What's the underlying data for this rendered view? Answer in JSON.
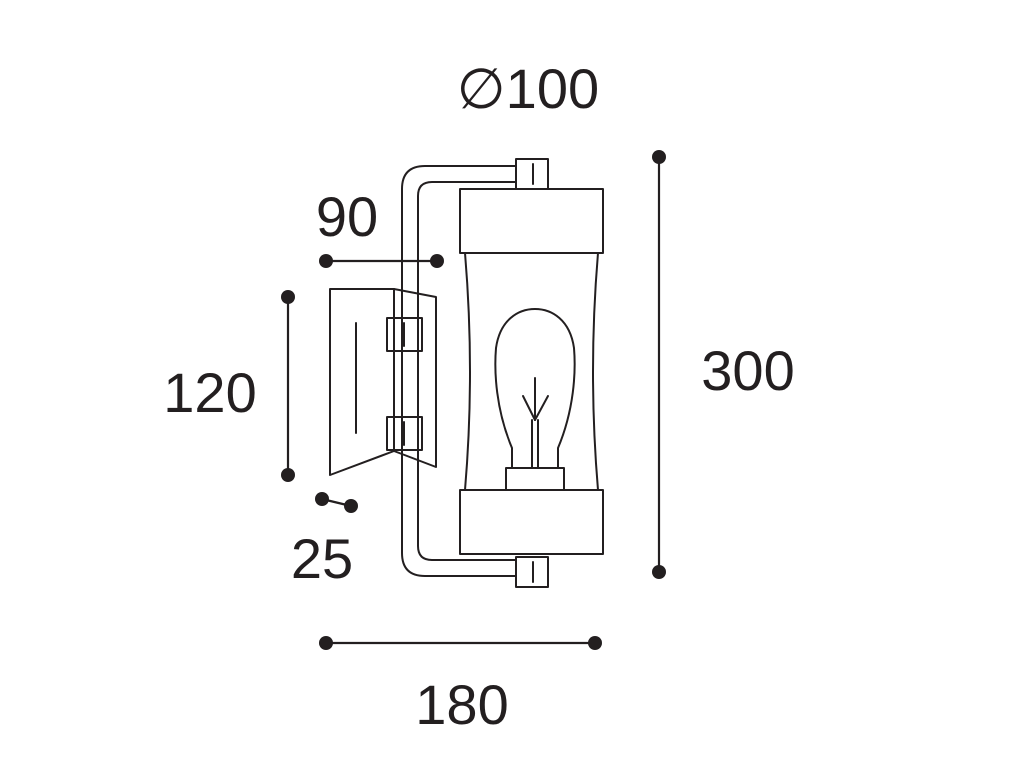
{
  "dimensions": {
    "diameter": "∅100",
    "arm_depth": "90",
    "plate_height": "120",
    "plate_depth": "25",
    "total_height": "300",
    "total_width": "180"
  },
  "colors": {
    "line": "#231f20",
    "background": "#ffffff"
  }
}
